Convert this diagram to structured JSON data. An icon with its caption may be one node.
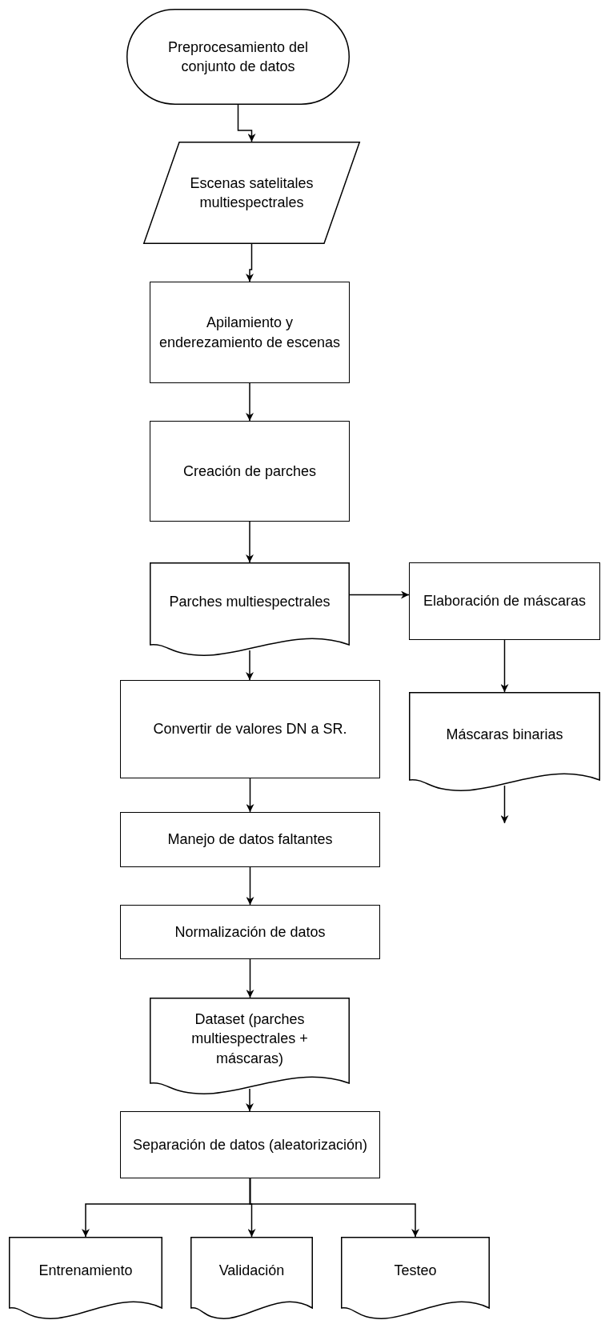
{
  "diagram": {
    "nodes": [
      {
        "text": [
          "Preprocesamiento del conjunto de datos"
        ]
      },
      {
        "text": [
          "Escenas satelitales multiespectrales"
        ]
      },
      {
        "text": [
          "Apilamiento y enderezamiento de escenas"
        ]
      },
      {
        "text": [
          "Creación de parches"
        ]
      },
      {
        "text": [
          "Parches multiespectrales"
        ]
      },
      {
        "text": [
          "Elaboración de máscaras"
        ]
      },
      {
        "text": [
          "Máscaras binarias"
        ]
      },
      {
        "text": [
          "Convertir de valores DN a SR."
        ]
      },
      {
        "text": [
          "Manejo de datos faltantes"
        ]
      },
      {
        "text": [
          "Normalización de datos"
        ]
      },
      {
        "text": [
          "Dataset (parches multiespectrales + máscaras)"
        ]
      },
      {
        "text": [
          "Separación de datos (aleatorización)"
        ]
      },
      {
        "text": [
          "Entrenamiento"
        ]
      },
      {
        "text": [
          "Validación"
        ]
      },
      {
        "text": [
          "Testeo"
        ]
      }
    ],
    "edges": [
      {
        "from": 0,
        "to": 1,
        "arrow": "to"
      },
      {
        "from": 1,
        "to": 2,
        "arrow": "to"
      },
      {
        "from": 2,
        "to": 3,
        "arrow": "to"
      },
      {
        "from": 3,
        "to": 4,
        "arrow": "to"
      },
      {
        "from": 4,
        "to": 5,
        "arrow": "to"
      },
      {
        "from": 5,
        "to": 6,
        "arrow": "to"
      },
      {
        "from": 6,
        "to": null,
        "arrow": "to"
      },
      {
        "from": 4,
        "to": 7,
        "arrow": "to"
      },
      {
        "from": 7,
        "to": 8,
        "arrow": "to"
      },
      {
        "from": 8,
        "to": 9,
        "arrow": "to"
      },
      {
        "from": 9,
        "to": 10,
        "arrow": "to"
      },
      {
        "from": 10,
        "to": 11,
        "arrow": "to"
      },
      {
        "from": 11,
        "to": 12,
        "arrow": "to"
      },
      {
        "from": 11,
        "to": 13,
        "arrow": "to"
      },
      {
        "from": 11,
        "to": 14,
        "arrow": "to"
      }
    ]
  }
}
